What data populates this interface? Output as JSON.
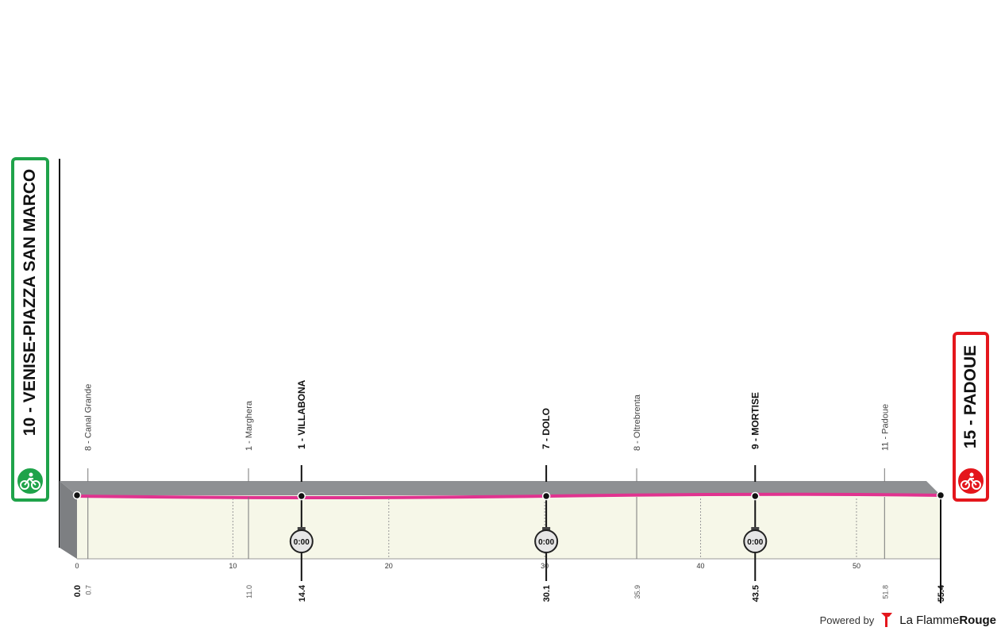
{
  "route": {
    "start": {
      "label": "10 - VENISE-PIAZZA SAN MARCO",
      "color": "#1fa34a"
    },
    "finish": {
      "label": "15 - PADOUE",
      "color": "#e4161c"
    },
    "total_km": 55.4,
    "colors": {
      "route_line": "#e0338f",
      "profile_top": "#8e9093",
      "profile_fill": "#f6f7e8"
    }
  },
  "axis": {
    "ticks": [
      {
        "km": 0,
        "label": "0"
      },
      {
        "km": 10,
        "label": "10"
      },
      {
        "km": 20,
        "label": "20"
      },
      {
        "km": 30,
        "label": "30"
      },
      {
        "km": 40,
        "label": "40"
      },
      {
        "km": 50,
        "label": "50"
      }
    ]
  },
  "places": [
    {
      "km": 0.7,
      "label": "8 - Canal Grande",
      "km_label": "0.7",
      "major": false
    },
    {
      "km": 11.0,
      "label": "1 - Marghera",
      "km_label": "11.0",
      "major": false
    },
    {
      "km": 14.4,
      "label": "1 - VILLABONA",
      "km_label": "14.4",
      "major": true
    },
    {
      "km": 30.1,
      "label": "7 - DOLO",
      "km_label": "30.1",
      "major": true
    },
    {
      "km": 35.9,
      "label": "8 - Oltrebrenta",
      "km_label": "35.9",
      "major": false
    },
    {
      "km": 43.5,
      "label": "9 - MORTISE",
      "km_label": "43.5",
      "major": true
    },
    {
      "km": 51.8,
      "label": "11 - Padoue",
      "km_label": "51.8",
      "major": false
    }
  ],
  "endpoints": [
    {
      "km": 0.0,
      "km_label": "0.0"
    },
    {
      "km": 55.4,
      "km_label": "55.4"
    }
  ],
  "checkpoints": [
    {
      "km": 14.4,
      "time": "0:00"
    },
    {
      "km": 30.1,
      "time": "0:00"
    },
    {
      "km": 43.5,
      "time": "0:00"
    }
  ],
  "footer": {
    "powered_by": "Powered by",
    "brand_light": "La Flamme",
    "brand_bold": "Rouge",
    "brand_color": "#e4161c"
  }
}
